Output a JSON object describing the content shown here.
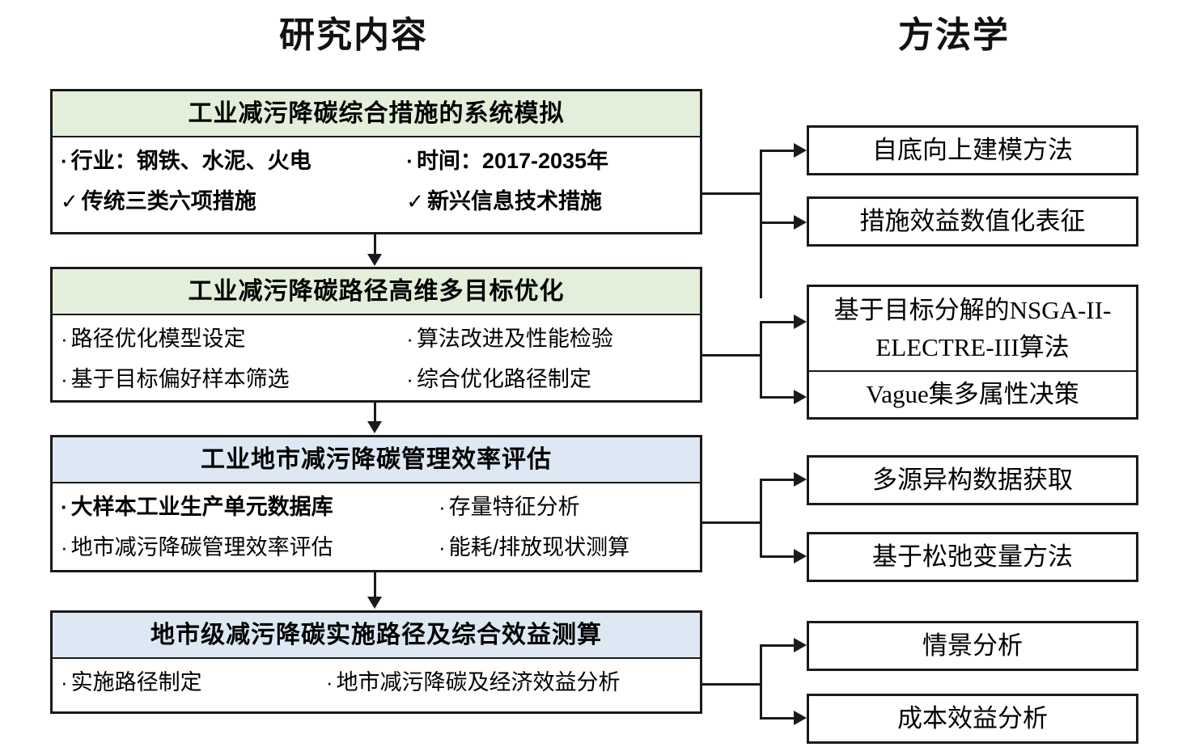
{
  "columns": {
    "left_title": "研究内容",
    "right_title": "方法学"
  },
  "colors": {
    "header_green": "#e3efdb",
    "header_blue": "#dde8f4",
    "border": "#1a1a1a",
    "background": "#ffffff"
  },
  "stages": [
    {
      "title": "工业减污降碳综合措施的系统模拟",
      "header_color": "green",
      "rows": [
        [
          {
            "marker": "·",
            "text": "行业：钢铁、水泥、火电",
            "bold": true
          },
          {
            "marker": "·",
            "text": "时间：2017-2035年",
            "bold": true
          }
        ],
        [
          {
            "marker": "✓",
            "text": "传统三类六项措施",
            "bold": true
          },
          {
            "marker": "✓",
            "text": "新兴信息技术措施",
            "bold": true
          }
        ]
      ],
      "methods": [
        "自底向上建模方法",
        "措施效益数值化表征"
      ]
    },
    {
      "title": "工业减污降碳路径高维多目标优化",
      "header_color": "green",
      "rows": [
        [
          {
            "marker": "·",
            "text": "路径优化模型设定",
            "bold": false
          },
          {
            "marker": "·",
            "text": "算法改进及性能检验",
            "bold": false
          }
        ],
        [
          {
            "marker": "·",
            "text": "基于目标偏好样本筛选",
            "bold": false
          },
          {
            "marker": "·",
            "text": "综合优化路径制定",
            "bold": false
          }
        ]
      ],
      "methods": [
        "基于目标分解的NSGA-II-ELECTRE-III算法",
        "Vague集多属性决策"
      ]
    },
    {
      "title": "工业地市减污降碳管理效率评估",
      "header_color": "blue",
      "rows": [
        [
          {
            "marker": "·",
            "text": "大样本工业生产单元数据库",
            "bold": true
          },
          {
            "marker": "·",
            "text": "存量特征分析",
            "bold": false
          }
        ],
        [
          {
            "marker": "·",
            "text": "地市减污降碳管理效率评估",
            "bold": false
          },
          {
            "marker": "·",
            "text": "能耗/排放现状测算",
            "bold": false
          }
        ]
      ],
      "methods": [
        "多源异构数据获取",
        "基于松弛变量方法"
      ]
    },
    {
      "title": "地市级减污降碳实施路径及综合效益测算",
      "header_color": "blue",
      "rows": [
        [
          {
            "marker": "·",
            "text": "实施路径制定",
            "bold": false
          },
          {
            "marker": "·",
            "text": "地市减污降碳及经济效益分析",
            "bold": false
          }
        ]
      ],
      "methods": [
        "情景分析",
        "成本效益分析"
      ]
    }
  ]
}
